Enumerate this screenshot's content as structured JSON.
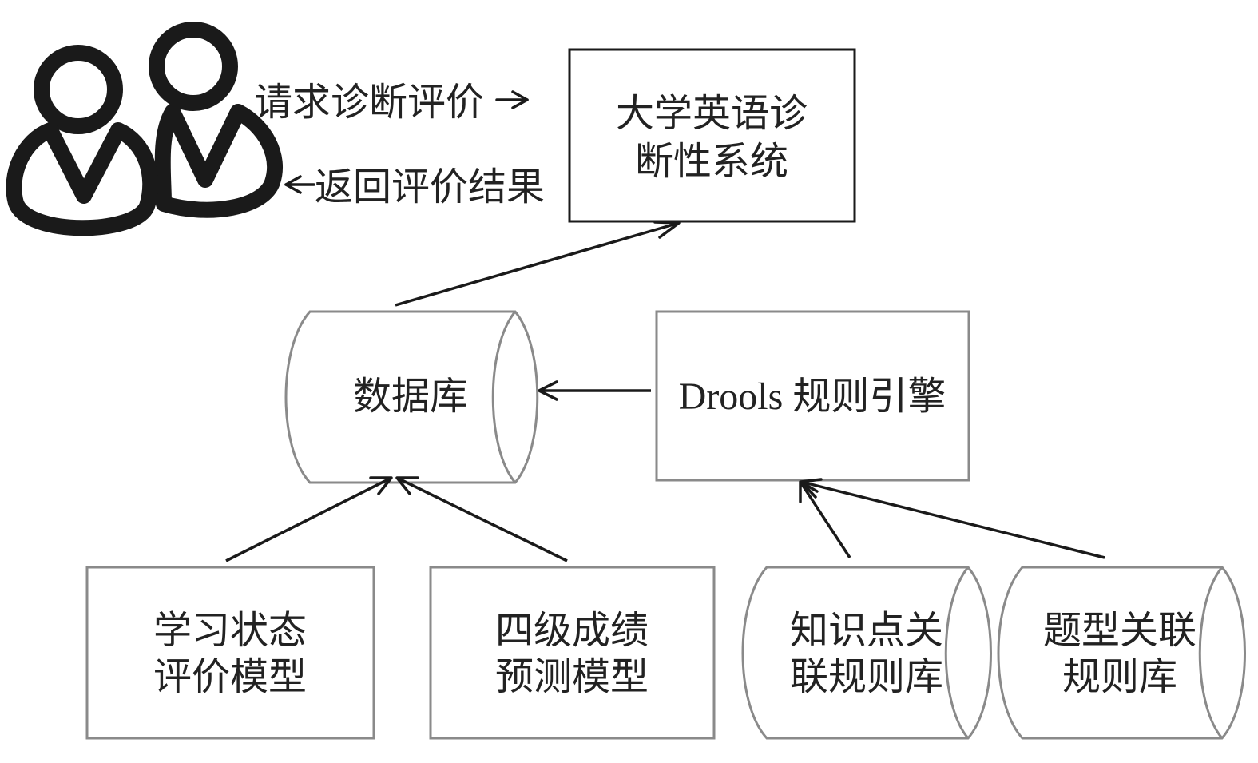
{
  "nodes": {
    "system": {
      "line1": "大学英语诊",
      "line2": "断性系统"
    },
    "database": {
      "label": "数据库"
    },
    "drools": {
      "label": "Drools 规则引擎"
    },
    "study_model": {
      "line1": "学习状态",
      "line2": "评价模型"
    },
    "cet_model": {
      "line1": "四级成绩",
      "line2": "预测模型"
    },
    "knowledge_rules": {
      "line1": "知识点关",
      "line2": "联规则库"
    },
    "question_rules": {
      "line1": "题型关联",
      "line2": "规则库"
    }
  },
  "edges": {
    "request": "请求诊断评价",
    "response": "返回评价结果"
  },
  "icons": {
    "users": "users-icon"
  }
}
